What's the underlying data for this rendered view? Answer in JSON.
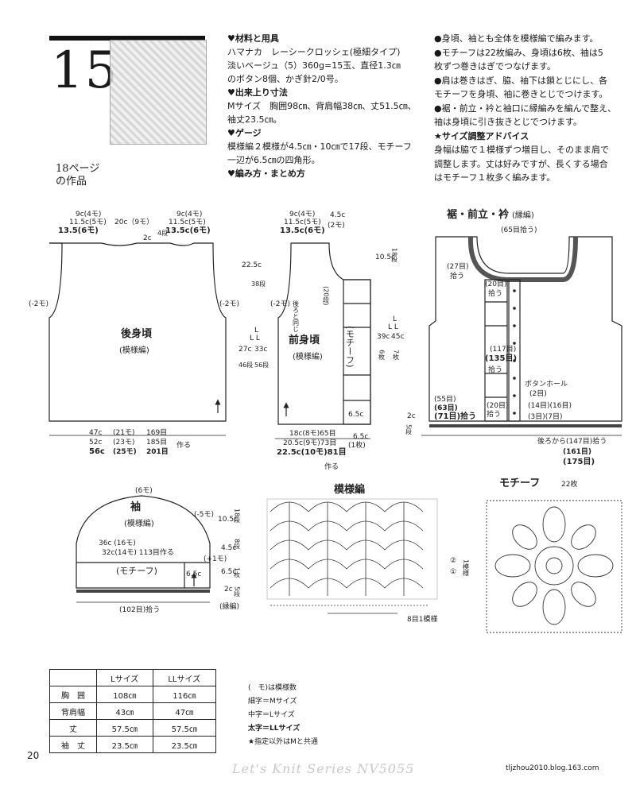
{
  "header": {
    "number": "15",
    "photo_caption_1": "18ページ",
    "photo_caption_2": "の作品"
  },
  "materials": {
    "h1": "♥材料と用具",
    "l1": "ハマナカ　レーシークロッシェ(極細タイプ)",
    "l2": "淡いベージュ（5）360g=15玉、直径1.3㎝",
    "l3": "のボタン8個、かぎ針2/0号。",
    "h2": "♥出来上り寸法",
    "l4": "Mサイズ　胸囲98㎝、背肩幅38㎝、丈51.5㎝、",
    "l5": "袖丈23.5㎝。",
    "h3": "♥ゲージ",
    "l6": "模様編２模様が4.5㎝・10㎝で17段、モチーフ",
    "l7": "一辺が6.5㎝の四角形。",
    "h4": "♥編み方・まとめ方"
  },
  "instructions": {
    "l1": "●身頃、袖とも全体を模様編で編みます。",
    "l2": "●モチーフは22枚編み、身頃は6枚、袖は5",
    "l3": "枚ずつ巻きはぎでつなげます。",
    "l4": "●肩は巻きはぎ、脇、袖下は鎖とじにし、各",
    "l5": "モチーフを身頃、袖に巻きとじでつけます。",
    "l6": "●裾・前立・衿と袖口に縁編みを編んで整え、",
    "l7": "袖は身頃に引き抜きとじでつけます。",
    "l8": "★サイズ調整アドバイス",
    "l9": "身幅は脇で１模様ずつ増目し、そのまま肩で",
    "l10": "調整します。丈は好みですが、長くする場合",
    "l11": "はモチーフ１枚多く編みます。"
  },
  "back": {
    "title": "後身頃",
    "pattern": "(模様編)",
    "top_left_1": "9c(4モ)",
    "top_left_2": "11.5c(5モ)",
    "top_left_3": "13.5(6モ)",
    "top_mid": "20c（9モ）",
    "top_right_1": "9c(4モ)",
    "top_right_2": "11.5c(5モ)",
    "top_right_3": "13.5c(6モ)",
    "neck_2c": "2c",
    "neck_4dan": "4段",
    "side_left": "(-2モ)",
    "side_right": "(-2モ)",
    "h_225": "22.5c",
    "h_38": "38段",
    "h_l": "L",
    "h_ll": "L L",
    "h_27": "27c",
    "h_33": "33c",
    "h_46": "46段",
    "h_56": "56段",
    "bot_1a": "47c",
    "bot_1b": "(21モ)",
    "bot_1c": "169目",
    "bot_2a": "52c",
    "bot_2b": "(23モ)",
    "bot_2c": "185目",
    "bot_3a": "56c",
    "bot_3b": "(25モ)",
    "bot_3c": "201目",
    "bot_make": "作る"
  },
  "front": {
    "title": "前身頃",
    "pattern": "(模様編)",
    "top_1": "9c(4モ)",
    "top_2": "11.5c(5モ)",
    "top_3": "13.5c(6モ)",
    "top_45": "4.5c",
    "top_2mo": "(2モ)",
    "side_left": "(-2モ)",
    "same_back": "後ろと同じ",
    "motif_label": "(モチーフ)",
    "side_20": "(20段)",
    "h_105": "10.5c",
    "h_18": "18段",
    "h_l": "L",
    "h_ll": "L L",
    "h_39": "39c",
    "h_45": "45c",
    "h_6": "6枚",
    "h_7": "7枚",
    "m65": "6.5c",
    "bot_1": "18c(8モ)65目",
    "bot_2": "20.5c(9モ)73目",
    "bot_3": "22.5c(10モ)81目",
    "bot_make": "作る",
    "bot_65": "6.5c",
    "bot_1mai": "(1枚)"
  },
  "edge": {
    "title": "裾・前立・衿",
    "title_sub": "(縁編)",
    "top": "(65目拾う)",
    "neck_27": "(27目)",
    "neck_27b": "拾う",
    "pick_20a": "(20目)",
    "pick_20a_b": "拾う",
    "pick_117": "(117目)",
    "pick_135": "(135目)",
    "pick_135b": "拾う",
    "button_hole": "ボタンホール",
    "button_hole_b": "(2目)",
    "pick_55": "(55目)",
    "pick_63": "(63目)",
    "pick_71": "(71目)拾う",
    "pick_20b": "(20目)",
    "pick_20b_b": "拾う",
    "pick_14": "(14目)(16目)",
    "pick_3": "(3目)(7目)",
    "side_2c": "2c",
    "side_5": "5段",
    "back_pick": "後ろから(147目)拾う",
    "back_161": "(161目)",
    "back_175": "(175目)"
  },
  "sleeve": {
    "title": "袖",
    "pattern": "(模様編)",
    "top": "(6モ)",
    "right_5": "(-5モ)",
    "w_36": "36c (16モ)",
    "w_32": "32c(14モ) 113目作る",
    "motif": "(モチーフ)",
    "plus1": "(+1モ)",
    "m65": "6.5c",
    "h_105": "10.5c",
    "h_18": "18段",
    "h_45": "4.5c",
    "h_8": "8段",
    "h_65": "6.5c",
    "h_1mai": "1枚",
    "h_2": "2c",
    "h_5": "5段",
    "bottom": "(102目)拾う",
    "edge": "(縁編)"
  },
  "stitch": {
    "title": "模様編",
    "rep": "8目1模様",
    "r1": "①",
    "r2": "②",
    "onepat": "1模様"
  },
  "motif": {
    "title": "モチーフ",
    "count": "22枚"
  },
  "size_table": {
    "headers": [
      "",
      "Lサイズ",
      "LLサイズ"
    ],
    "rows": [
      [
        "胸　囲",
        "108㎝",
        "116㎝"
      ],
      [
        "背肩幅",
        "43㎝",
        "47㎝"
      ],
      [
        "丈",
        "57.5㎝",
        "57.5㎝"
      ],
      [
        "袖　丈",
        "23.5㎝",
        "23.5㎝"
      ]
    ]
  },
  "legend": {
    "l1": "(　モ)は模様数",
    "l2": "細字＝Mサイズ",
    "l3": "中字＝Lサイズ",
    "l4": "太字＝LLサイズ",
    "l5": "★指定以外はMと共通"
  },
  "footer": {
    "page": "20",
    "series": "Let's Knit Series NV5055",
    "blog": "tljzhou2010.blog.163.com"
  }
}
